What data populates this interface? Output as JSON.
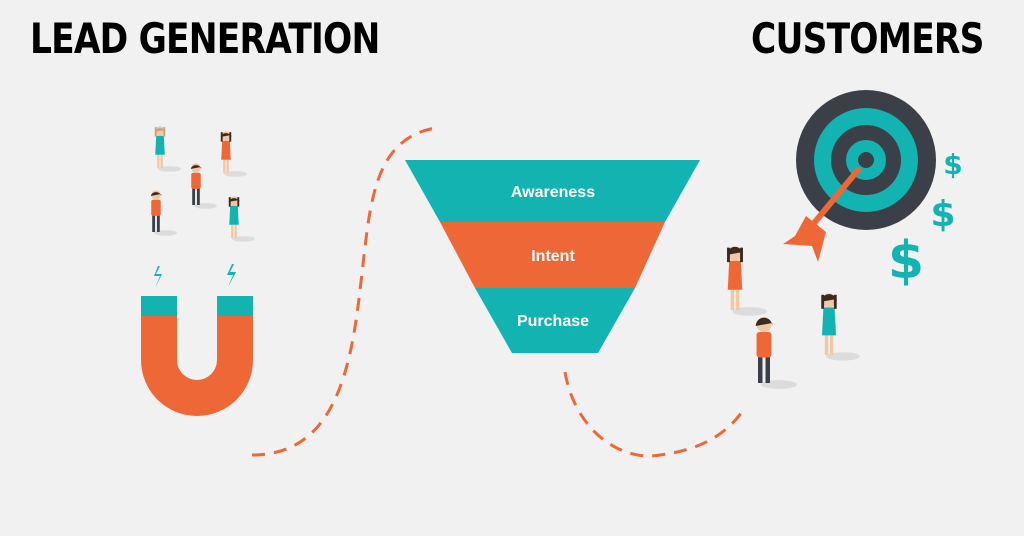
{
  "headings": {
    "left": "LEAD GENERATION",
    "right": "CUSTOMERS"
  },
  "funnel": {
    "stages": [
      {
        "label": "Awareness",
        "color": "#13b3b2"
      },
      {
        "label": "Intent",
        "color": "#ee6837"
      },
      {
        "label": "Purchase",
        "color": "#13b3b2"
      }
    ]
  },
  "icons": {
    "magnet": "magnet-icon",
    "target": "target-icon",
    "arrow": "arrow-icon",
    "people": "person-icon",
    "currency": "dollar-sign-icon"
  },
  "symbols": {
    "currency": "$"
  },
  "colors": {
    "background": "#f1f1f1",
    "orange": "#ee6837",
    "teal": "#13b3b2",
    "dark": "#3b4048"
  }
}
